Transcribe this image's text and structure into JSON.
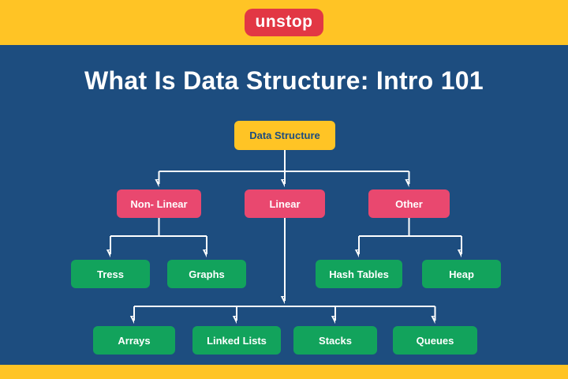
{
  "header": {
    "logo_text": "unstop"
  },
  "title": "What Is Data Structure: Intro 101",
  "colors": {
    "background": "#1d4d7f",
    "band_yellow": "#ffc425",
    "logo_red": "#e23744",
    "root_yellow": "#ffc425",
    "category_pink": "#e9486f",
    "leaf_green": "#12a35c",
    "text_white": "#ffffff"
  },
  "diagram": {
    "root": {
      "label": "Data Structure"
    },
    "level1": [
      {
        "label": "Non- Linear"
      },
      {
        "label": "Linear"
      },
      {
        "label": "Other"
      }
    ],
    "nonlinear_children": [
      {
        "label": "Tress"
      },
      {
        "label": "Graphs"
      }
    ],
    "other_children": [
      {
        "label": "Hash Tables"
      },
      {
        "label": "Heap"
      }
    ],
    "linear_children": [
      {
        "label": "Arrays"
      },
      {
        "label": "Linked Lists"
      },
      {
        "label": "Stacks"
      },
      {
        "label": "Queues"
      }
    ]
  }
}
